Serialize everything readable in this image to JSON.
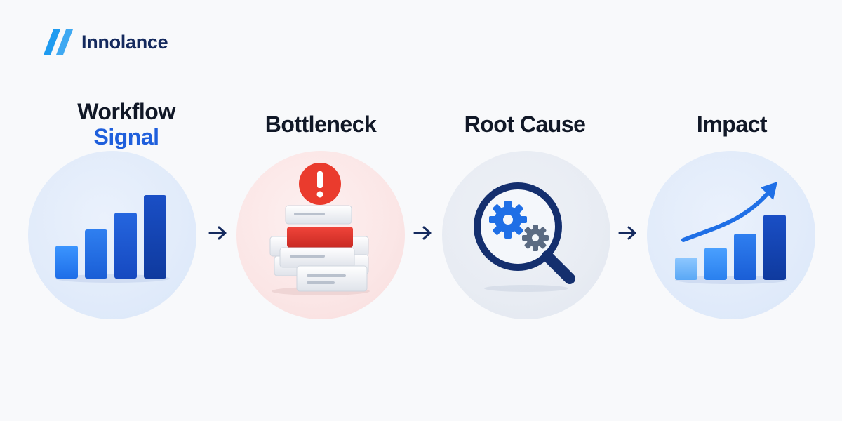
{
  "brand": {
    "name": "Innolance",
    "logo_color": "#1e9bf0",
    "text_color": "#152a5e"
  },
  "steps": [
    {
      "title": "Workflow",
      "accent": "Signal",
      "icon": "bar-chart-icon",
      "bg": "#e3edfb"
    },
    {
      "title": "Bottleneck",
      "icon": "stacked-blocks-alert-icon",
      "bg": "#fbe7e7"
    },
    {
      "title": "Root Cause",
      "icon": "magnifier-gears-icon",
      "bg": "#e9edf4"
    },
    {
      "title": "Impact",
      "icon": "growth-chart-arrow-icon",
      "bg": "#e3edfb"
    }
  ],
  "connector_icon": "arrow-right-icon",
  "colors": {
    "accent_blue": "#1f5fdc",
    "dark_navy": "#152a5e",
    "alert_red": "#e53935"
  }
}
